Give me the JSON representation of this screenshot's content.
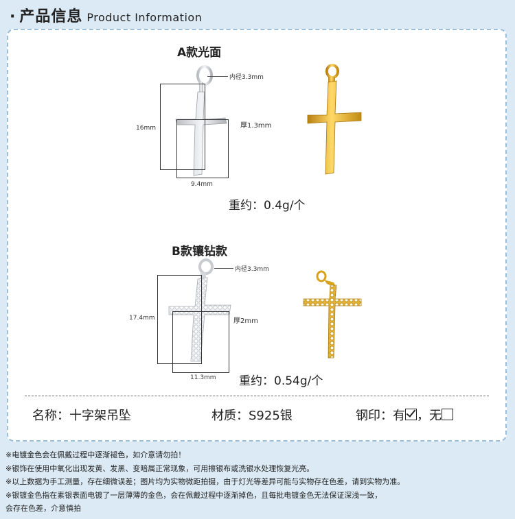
{
  "header": {
    "bullet": "·",
    "title_cn": "产品信息",
    "title_en": "Product Information"
  },
  "section_a": {
    "title": "A款光面",
    "inner_diameter": "内径3.3mm",
    "height": "16mm",
    "thickness": "厚1.3mm",
    "width": "9.4mm",
    "weight": "重约：0.4g/个"
  },
  "section_b": {
    "title": "B款镶钻款",
    "inner_diameter": "内径3.3mm",
    "height": "17.4mm",
    "thickness": "厚2mm",
    "width": "11.3mm",
    "weight": "重约：0.54g/个"
  },
  "specs": {
    "name": "名称：十字架吊坠",
    "material": "材质：S925银",
    "stamp_label": "钢印：",
    "stamp_yes": "有",
    "stamp_sep": "，",
    "stamp_no": "无"
  },
  "notes": [
    "※电镀金色会在佩戴过程中逐渐褪色，如介意请勿拍！",
    "※银饰在使用中氧化出现发黄、发黑、变暗属正常现象，可用擦银布或洗银水处理恢复光亮。",
    "※以上数据为手工测量，存在细微误差；图片均为实物微距拍摄，由于灯光等差异可能与实物存在色差，请到实物为准。",
    "※银镀金色指在素银表面电镀了一层薄薄的金色，会在佩戴过程中逐渐掉色，且每批电镀金色无法保证深浅一致，",
    "会存在色差，介意慎拍"
  ],
  "colors": {
    "background": "#dbeaf4",
    "panel_border": "#9bbfd8",
    "silver": "#d8dadd",
    "gold": "#d9a21c"
  }
}
